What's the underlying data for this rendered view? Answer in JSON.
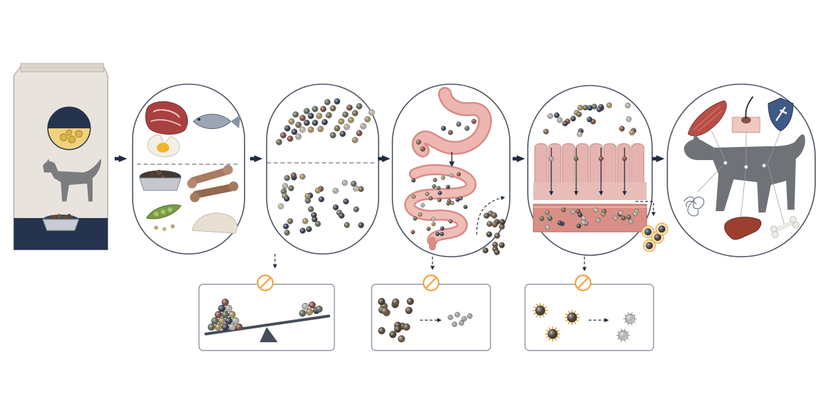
{
  "diagram": {
    "stages": [
      {
        "id": "food-bag",
        "icon": "dog-food-bag-icon"
      },
      {
        "id": "protein-sources",
        "icon": "protein-sources-icon",
        "items": [
          "steak-icon",
          "fish-icon",
          "egg-icon",
          "wet-food-bowl-icon",
          "bones-icon",
          "pea-pod-icon",
          "grain-powder-icon"
        ]
      },
      {
        "id": "amino-acid-chains",
        "icon": "amino-acid-chains-icon"
      },
      {
        "id": "digestion",
        "icon": "stomach-intestine-icon"
      },
      {
        "id": "absorption",
        "icon": "intestinal-villi-icon"
      },
      {
        "id": "body-uses",
        "icon": "dog-silhouette-icon",
        "items": [
          "muscle-icon",
          "skin-hair-icon",
          "immune-shield-icon",
          "enzyme-icon",
          "liver-icon",
          "bone-icon"
        ]
      }
    ],
    "blocked_effects": [
      {
        "id": "imbalance",
        "icons": [
          "blocked-icon",
          "seesaw-icon"
        ]
      },
      {
        "id": "poor-breakdown",
        "icons": [
          "blocked-icon",
          "clumped-particles-icon",
          "broken-particles-icon"
        ]
      },
      {
        "id": "inflammation",
        "icons": [
          "blocked-icon",
          "inflamed-particle-icon",
          "grey-particle-icon"
        ]
      }
    ],
    "palette": {
      "outline": "#4a5262",
      "arrow": "#1f2b40",
      "navy": "#26334f",
      "bag": "#e8e3dc",
      "dog": "#6f7378",
      "blocked": "#f2a23a",
      "meat": "#a94141",
      "tissue": "#e6b4b0",
      "blood": "#d98f86"
    }
  }
}
